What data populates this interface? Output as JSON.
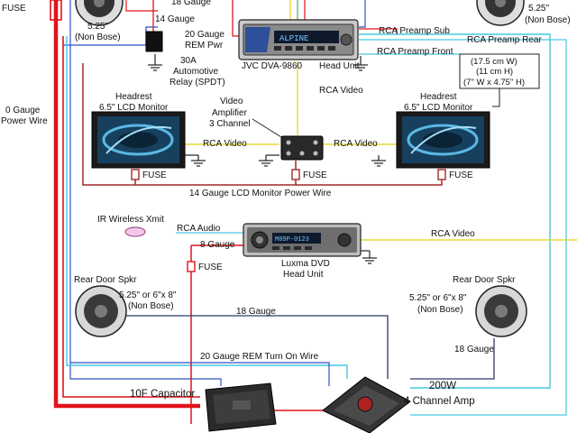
{
  "labels": {
    "fuse_top": "FUSE",
    "spk_tl_size": "5.25\"",
    "spk_tl_type": "(Non Bose)",
    "spk_tr_size": "5.25\"",
    "spk_tr_type": "(Non Bose)",
    "gauge18_top": "18 Gauge",
    "gauge14_top": "14 Gauge",
    "gauge20_top": "20 Gauge",
    "rem_pwr": "REM Pwr",
    "relay_amp": "30A",
    "relay_name1": "Automotive",
    "relay_name2": "Relay (SPDT)",
    "head_unit_model": "JVC DVA-9860",
    "head_unit_label": "Head Unit",
    "rca_preamp_sub": "RCA Preamp Sub",
    "rca_preamp_rear": "RCA Preamp Rear",
    "rca_preamp_front": "RCA Preamp Front",
    "dim_w": "(17.5 cm W)",
    "dim_h": "(11 cm H)",
    "dim_in": "(7\" W x 4.75\" H)",
    "power_wire_1": "0 Gauge",
    "power_wire_2": "Power Wire",
    "rca_video_top": "RCA Video",
    "headrest_left_1": "Headrest",
    "headrest_left_2": "6.5\" LCD Monitor",
    "headrest_right_1": "Headrest",
    "headrest_right_2": "6.5\" LCD Monitor",
    "video_amp_1": "Video",
    "video_amp_2": "Amplifier",
    "video_amp_3": "3 Channel",
    "rca_video_left": "RCA Video",
    "rca_video_right": "RCA Video",
    "fuse_left": "FUSE",
    "fuse_mid": "FUSE",
    "fuse_right": "FUSE",
    "lcd_power_wire": "14 Gauge LCD Monitor Power Wire",
    "ir_xmit": "IR Wireless Xmit",
    "rca_audio": "RCA Audio",
    "gauge8": "8 Gauge",
    "rca_video_dvd": "RCA Video",
    "fuse_dvd": "FUSE",
    "dvd_name_1": "Luxma DVD",
    "dvd_name_2": "Head Unit",
    "rear_spk_left_1": "Rear Door Spkr",
    "rear_spk_left_2": "5.25\" or  6\"x 8\"",
    "rear_spk_left_3": "(Non Bose)",
    "rear_spk_right_1": "Rear Door Spkr",
    "rear_spk_right_2": "5.25\" or  6\"x 8\"",
    "rear_spk_right_3": "(Non Bose)",
    "gauge18_mid": "18 Gauge",
    "gauge18_right": "18 Gauge",
    "rem_turn_on": "20 Gauge REM Turn On Wire",
    "capacitor": "10F Capacitor",
    "amp_1": "200W",
    "amp_2": "4 Channel Amp"
  },
  "display": {
    "head_unit_screen": "ALPINE",
    "dvd_screen": "M09P-0123"
  },
  "colors": {
    "power_red": "#e0141b",
    "remote_blue": "#2e52c8",
    "video_yellow": "#e8d83a",
    "rca_cyan": "#47c8e0",
    "ground_black": "#222222",
    "lcd_power_darkred": "#a4282b"
  }
}
